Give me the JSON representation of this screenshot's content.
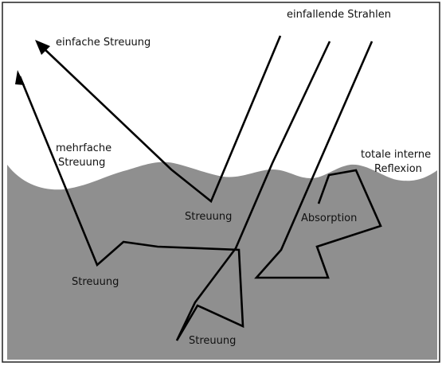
{
  "labels": {
    "incoming_rays": "einfallende Strahlen",
    "single_scattering": "einfache Streuung",
    "multiple_scattering_line1": "mehrfache",
    "multiple_scattering_line2": "Streuung",
    "total_internal_reflection_line1": "totale interne",
    "total_internal_reflection_line2": "Reflexion",
    "scattering_upper": "Streuung",
    "scattering_left": "Streuung",
    "scattering_bottom": "Streuung",
    "absorption": "Absorption"
  },
  "colors": {
    "medium_fill": "#8f8f8f",
    "air_fill": "#ffffff",
    "ray_stroke": "#000000",
    "frame_stroke": "#222222"
  }
}
